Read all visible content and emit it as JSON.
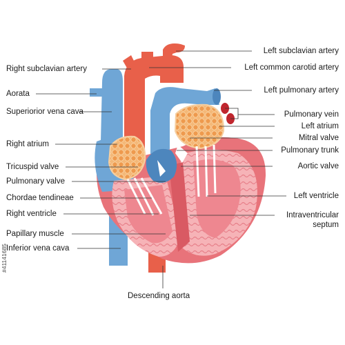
{
  "labels": {
    "left": {
      "right_subclavian_artery": "Right subclavian artery",
      "aorata": "Aorata",
      "superior_vena_cava": "Superiorior vena cava",
      "right_atrium": "Right atrium",
      "tricuspid_valve": "Tricuspid valve",
      "pulmonary_valve": "Pulmonary valve",
      "chordae_tendineae": "Chordae tendineae",
      "right_ventricle": "Right ventricle",
      "papillary_muscle": "Papillary muscle",
      "inferior_vena_cava": "Inferior vena cava"
    },
    "right": {
      "left_subclavian_artery": "Left subclavian artery",
      "left_common_carotid_artery": "Left common carotid artery",
      "left_pulmonary_artery": "Left pulmonary artery",
      "pulmonary_vein": "Pulmonary vein",
      "left_atrium": "Left atrium",
      "mitral_valve": "Mitral valve",
      "pulmonary_trunk": "Pulmonary trunk",
      "aortic_valve": "Aortic valve",
      "left_ventricle": "Left ventricle",
      "intraventricular_septum_1": "Intraventricular",
      "intraventricular_septum_2": "septum"
    },
    "bottom": {
      "descending_aorta": "Descending aorta"
    }
  },
  "stock_id": "#41141685",
  "colors": {
    "artery": "#e8604a",
    "vein": "#6fa6d6",
    "muscle": "#f2a3a8",
    "fat": "#f0a860",
    "leader": "#333333"
  }
}
